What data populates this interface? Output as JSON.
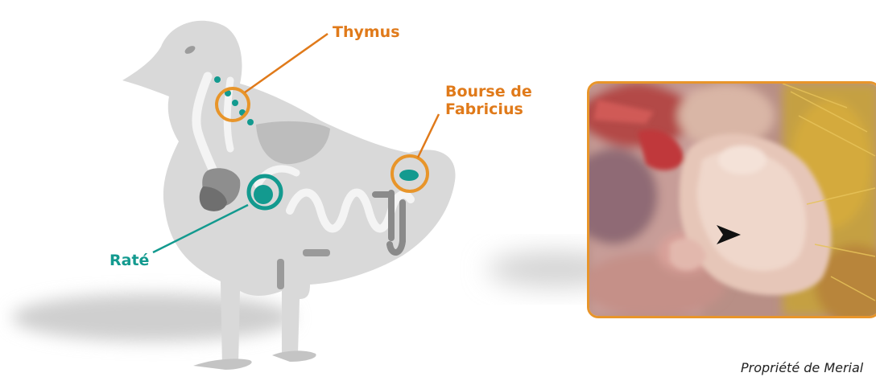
{
  "labels": {
    "thymus": "Thymus",
    "bourse_line1": "Bourse de",
    "bourse_line2": "Fabricius",
    "rate": "Raté"
  },
  "credit": "Propriété de Merial",
  "colors": {
    "orange": "#e07a1a",
    "orange_ring": "#e8952a",
    "teal": "#139a8f",
    "chick_body": "#d9d9d9",
    "organ_white": "#f4f4f4",
    "organ_grey": "#9a9a9a"
  },
  "icons": {
    "photo_marker": "arrowhead-marker"
  }
}
